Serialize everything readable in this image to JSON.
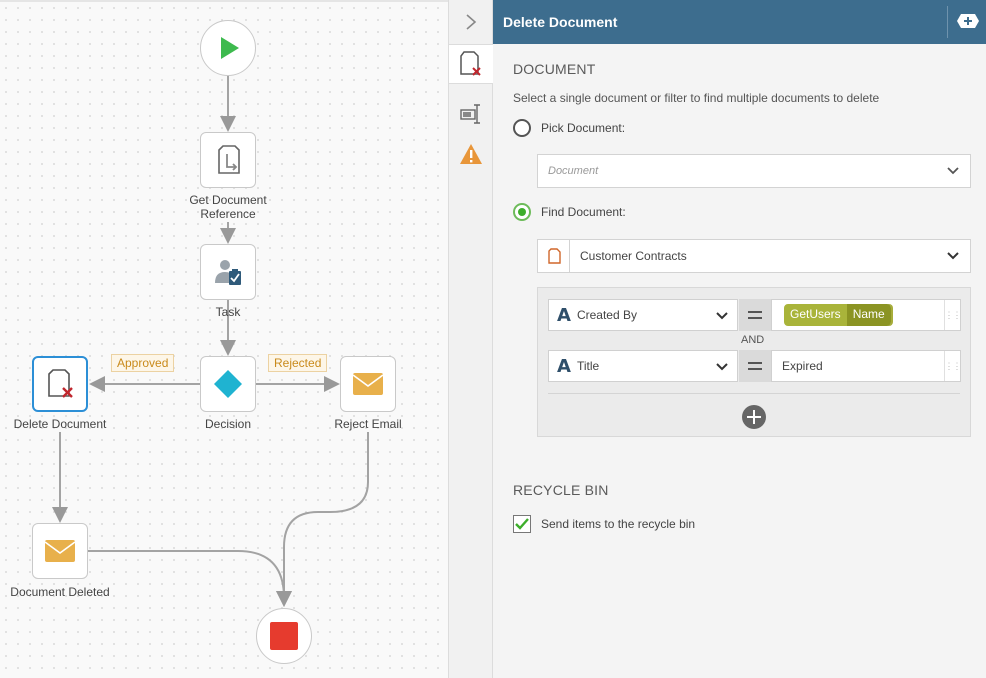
{
  "canvas": {
    "nodes": {
      "start": {
        "icon": "play-icon"
      },
      "get_document_reference": {
        "label": "Get Document Reference",
        "icon": "document-reference-icon"
      },
      "task": {
        "label": "Task",
        "icon": "task-user-icon"
      },
      "decision": {
        "label": "Decision",
        "icon": "diamond-icon"
      },
      "delete_document": {
        "label": "Delete Document",
        "icon": "delete-document-icon"
      },
      "reject_email": {
        "label": "Reject Email",
        "icon": "envelope-icon"
      },
      "document_deleted": {
        "label": "Document Deleted",
        "icon": "envelope-icon"
      },
      "end": {
        "icon": "stop-icon"
      }
    },
    "edge_labels": {
      "approved": "Approved",
      "rejected": "Rejected"
    }
  },
  "rail": {
    "items": [
      {
        "icon": "delete-document-icon",
        "active": true
      },
      {
        "icon": "text-cursor-icon",
        "active": false
      },
      {
        "icon": "warning-icon",
        "active": false
      }
    ],
    "collapse_icon": "chevron-right-icon"
  },
  "panel": {
    "title": "Delete Document",
    "header_button_icon": "expand-icon",
    "document_section": {
      "title": "DOCUMENT",
      "description": "Select a single document or filter to find multiple documents to delete",
      "pick_label": "Pick Document:",
      "pick_selected": false,
      "pick_placeholder": "Document",
      "find_label": "Find Document:",
      "find_selected": true,
      "list_value": "Customer Contracts",
      "filters": [
        {
          "field": "Created By",
          "operator": "=",
          "token": {
            "source": "GetUsers",
            "property": "Name"
          }
        },
        {
          "field": "Title",
          "operator": "=",
          "value": "Expired"
        }
      ],
      "joiner": "AND"
    },
    "recycle_section": {
      "title": "RECYCLE BIN",
      "checkbox_label": "Send items to the recycle bin",
      "checked": true
    }
  },
  "colors": {
    "header": "#3d6d8e",
    "selected_border": "#2c8fd6",
    "start": "#3dba4e",
    "stop": "#e63b2e",
    "decision": "#1fb3d1",
    "email": "#e8b04b",
    "token": "#a9b43a",
    "radio_on": "#3dae2b",
    "edge_label": "#c98a1b"
  }
}
